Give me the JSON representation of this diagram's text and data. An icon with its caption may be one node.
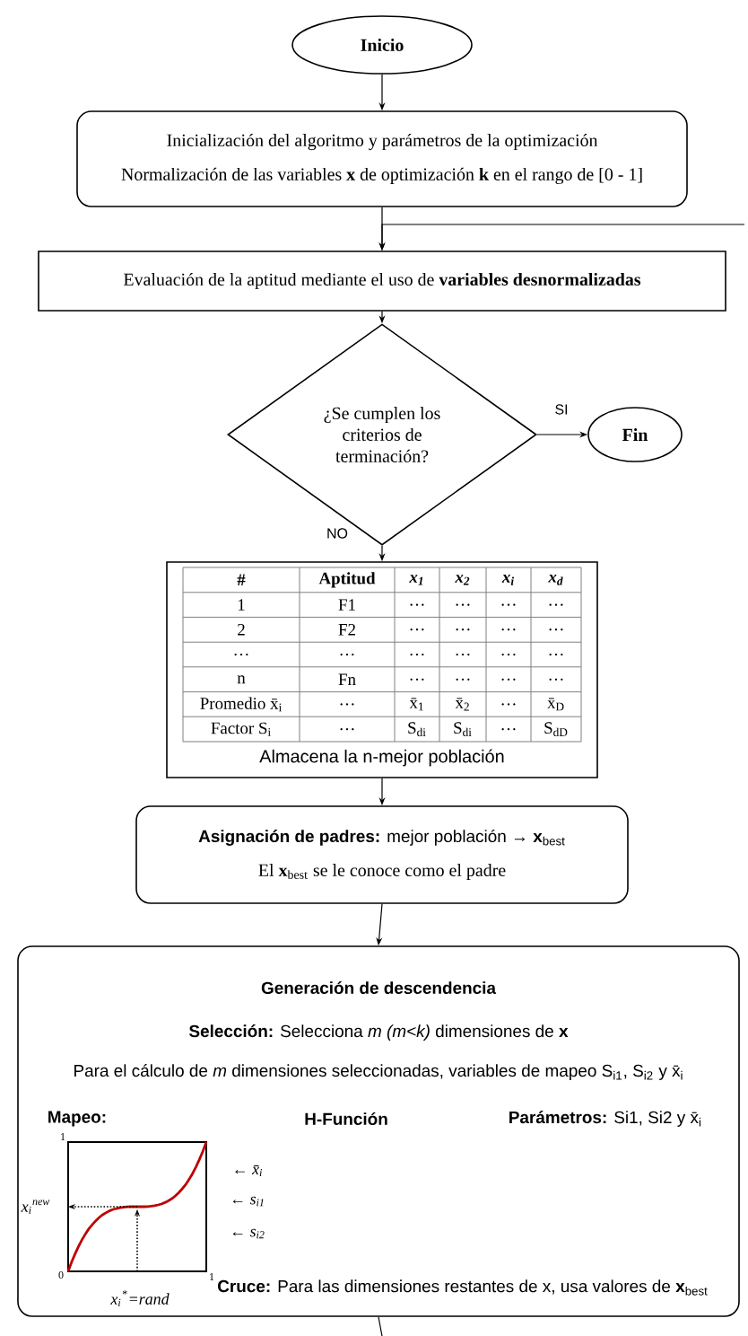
{
  "diagram": {
    "nodes": [
      {
        "text": [
          "Inicio"
        ]
      },
      {
        "text": [
          "Inicialización del algoritmo y parámetros de la optimización",
          "Normalización de las variables **x** de optimización **k** en el rango de [0 - 1]"
        ]
      },
      {
        "text": [
          "Evaluación de la aptitud mediante el uso de **variables desnormalizadas**"
        ]
      },
      {
        "text": [
          "¿Se cumplen los criterios de terminación?"
        ]
      },
      {
        "text": [
          "Fin"
        ]
      },
      {
        "text": [
          "Almacena la n-mejor población"
        ]
      },
      {
        "text": [
          "**Asignación de padres:** mejor población → **x**$_{best}$",
          "El **x**$_{best}$ se le conoce como el padre"
        ]
      },
      {
        "text": [
          "Generación de descendencia",
          "**Selección:** Selecciona *m (m<k)* dimensiones de **x**",
          "Para el cálculo de *m* dimensiones seleccionadas, variables de mapeo S$_{i1}$, S$_{i2}$ y x̄$_{i}$",
          "Mapeo:",
          "H-Función",
          "**Parámetros:** Si1, Si2 y x̄$_{i}$",
          "**Cruce:** Para las dimensiones restantes de x, usa valores de **x**$_{best}$"
        ]
      }
    ],
    "edges": [
      {
        "from": 0,
        "to": 1,
        "arrow": "to"
      },
      {
        "from": 1,
        "to": 2,
        "arrow": "to"
      },
      {
        "from": null,
        "to": 2,
        "arrow": "to"
      },
      {
        "from": 2,
        "to": 3,
        "arrow": "to"
      },
      {
        "from": 3,
        "to": 4,
        "arrow": "to",
        "label": "SI"
      },
      {
        "from": 3,
        "to": 5,
        "arrow": "to",
        "label": "NO"
      },
      {
        "from": 5,
        "to": 6,
        "arrow": "to"
      },
      {
        "from": 6,
        "to": 7,
        "arrow": "to"
      },
      {
        "from": 7,
        "to": null,
        "arrow": "none"
      }
    ],
    "labels": [
      "#",
      "Aptitud",
      "x$_{1}$",
      "x$_{2}$",
      "x$_{i}$",
      "x$_{d}$",
      "1",
      "F1",
      "…",
      "…",
      "…",
      "…",
      "2",
      "F2",
      "…",
      "…",
      "…",
      "…",
      "…",
      "…",
      "…",
      "…",
      "…",
      "…",
      "n",
      "Fn",
      "…",
      "…",
      "…",
      "…",
      "Promedio x̄$_{i}$",
      "…",
      "x̄$_{1}$",
      "x̄$_{2}$",
      "…",
      "x̄$_{D}$",
      "Factor S$_{i}$",
      "…",
      "S$_{di}$",
      "S$_{di}$",
      "…",
      "S$_{dD}$",
      "1",
      "← x̄$_{i}$",
      "x$_{i}$$^{new}$",
      "← s$_{i1}$",
      "← s$_{i2}$",
      "0",
      "1",
      "x$_{i}$$^{*}$=rand"
    ]
  }
}
